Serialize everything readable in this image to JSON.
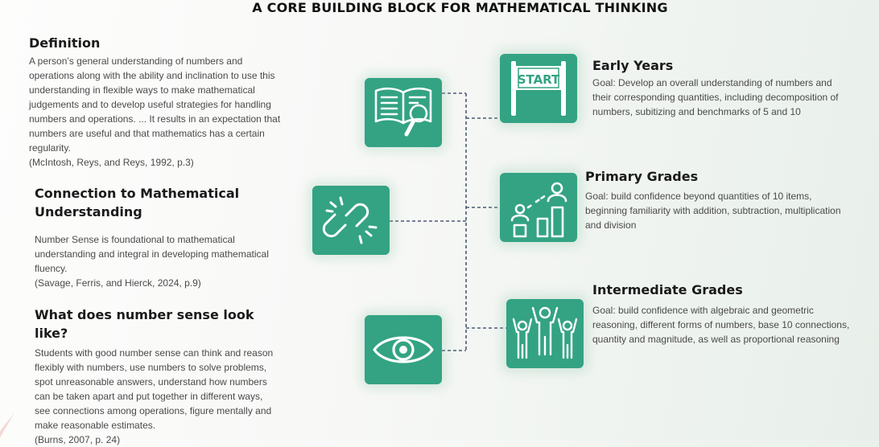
{
  "page_title": "A CORE BUILDING BLOCK FOR MATHEMATICAL THINKING",
  "definition": {
    "heading": "Definition",
    "body": "A person’s general understanding of numbers and operations along with the ability and inclination to use this understanding in flexible ways to make mathematical judgements and to develop useful strategies for handling numbers and operations. ... It results in an expectation that numbers are useful and that mathematics has a certain regularity.",
    "citation": "(McIntosh, Reys, and Reys, 1992, p.3)"
  },
  "connection": {
    "heading_line1": "Connection to Mathematical",
    "heading_line2": "Understanding",
    "body": "Number Sense is foundational to mathematical understanding and integral in developing mathematical fluency.",
    "citation": "(Savage, Ferris, and Hierck, 2024, p.9)"
  },
  "looks_like": {
    "heading": "What does number sense look like?",
    "body": "Students with good number sense can think and reason flexibly with numbers, use numbers to solve problems, spot unreasonable answers, understand how numbers can be taken apart and put together in different ways, see connections among operations, figure mentally and make reasonable estimates.",
    "citation": "(Burns, 2007, p. 24)"
  },
  "early_years": {
    "heading": "Early Years",
    "body": "Goal: Develop an overall understanding of numbers and their corresponding quantities, including decomposition of numbers, subitizing and benchmarks of 5 and 10",
    "banner_text": "START"
  },
  "primary_grades": {
    "heading": "Primary Grades",
    "body": "Goal: build confidence beyond quantities of 10 items, beginning familiarity with addition, subtraction, multiplication and division"
  },
  "intermediate_grades": {
    "heading": "Intermediate Grades",
    "body": "Goal: build confidence with algebraic and geometric reasoning, different forms of numbers, base 10 connections, quantity and magnitude, as well as proportional reasoning"
  },
  "icons": {
    "definition": "book-magnifier-icon",
    "connection": "broken-link-icon",
    "looks_like": "eye-icon",
    "early_years": "start-banner-icon",
    "primary_grades": "growth-chart-people-icon",
    "intermediate_grades": "cheering-group-icon"
  },
  "colors": {
    "tile": "#33a383",
    "connector": "#4a5a72",
    "heading": "#1a1a1a",
    "body": "#4a4a4a"
  }
}
